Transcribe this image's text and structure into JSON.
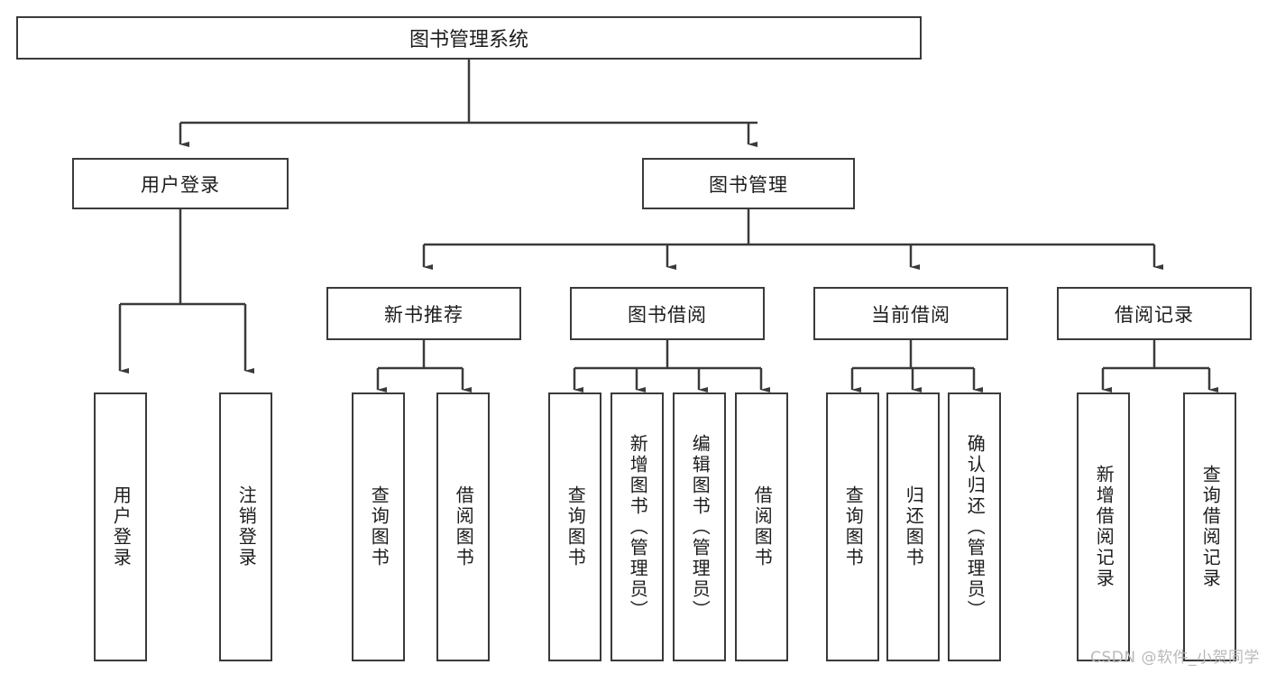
{
  "diagram": {
    "title": "图书管理系统",
    "type": "tree-hierarchy",
    "watermark": "CSDN @软件_小贺同学",
    "root": {
      "label": "图书管理系统"
    },
    "level2": [
      {
        "label": "用户登录"
      },
      {
        "label": "图书管理"
      }
    ],
    "level3": [
      {
        "label": "新书推荐"
      },
      {
        "label": "图书借阅"
      },
      {
        "label": "当前借阅"
      },
      {
        "label": "借阅记录"
      }
    ],
    "leaves": {
      "user_login": [
        {
          "label": "用户登录"
        },
        {
          "label": "注销登录"
        }
      ],
      "new_book_recommend": [
        {
          "label": "查询图书"
        },
        {
          "label": "借阅图书"
        }
      ],
      "book_borrow": [
        {
          "label": "查询图书"
        },
        {
          "label": "新增图书（管理员）"
        },
        {
          "label": "编辑图书（管理员）"
        },
        {
          "label": "借阅图书"
        }
      ],
      "current_borrow": [
        {
          "label": "查询图书"
        },
        {
          "label": "归还图书"
        },
        {
          "label": "确认归还（管理员）"
        }
      ],
      "borrow_record": [
        {
          "label": "新增借阅记录"
        },
        {
          "label": "查询借阅记录"
        }
      ]
    },
    "colors": {
      "border": "#3a3a3a",
      "fill": "#ffffff",
      "text": "#1c1c1c",
      "watermark": "#b9b9b9",
      "background": "#ffffff"
    }
  }
}
